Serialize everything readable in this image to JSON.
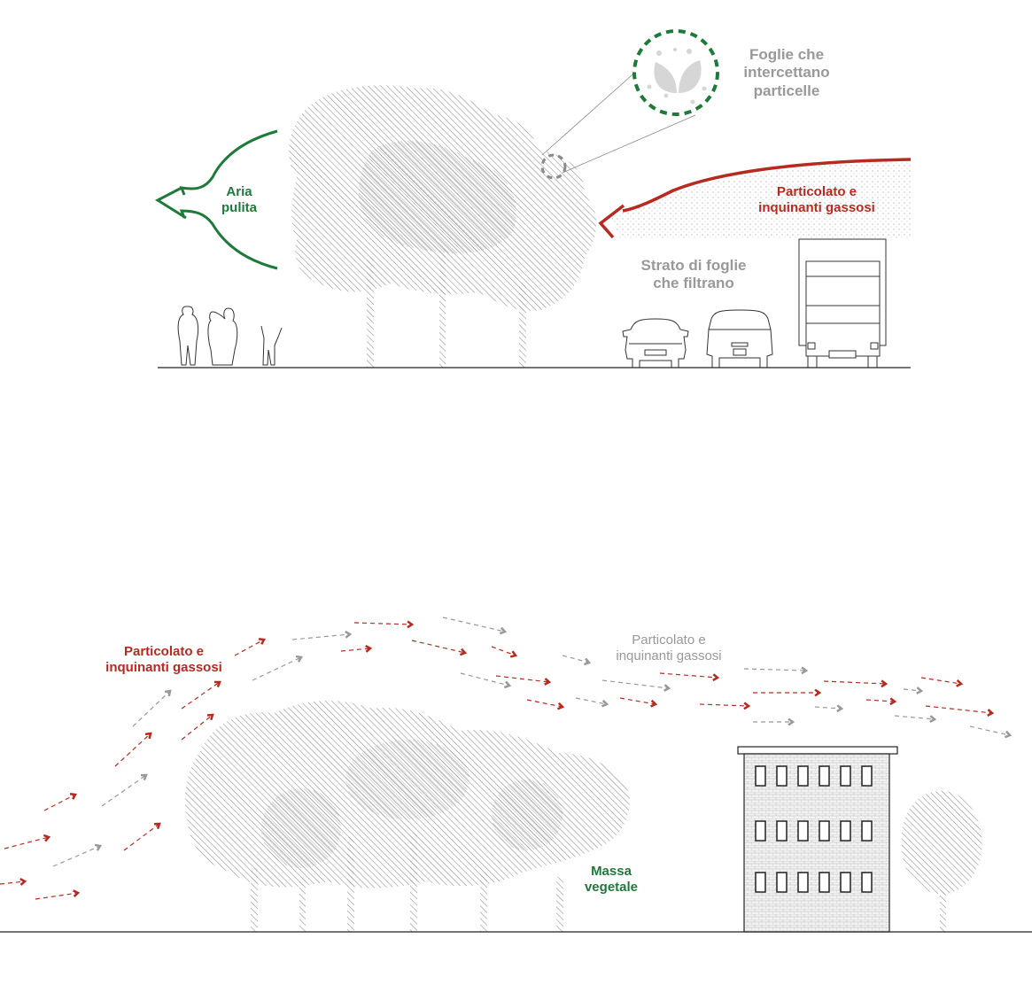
{
  "colors": {
    "clean_air": "#1e7a3a",
    "pollutant": "#b82a20",
    "neutral": "#999999",
    "tree_hatch": "#8a8a8a",
    "outline": "#222222"
  },
  "top_panel": {
    "clean_air_label": "Aria\npulita",
    "zoom_callout_label": "Foglie che\nintercettano\nparticelle",
    "pollutant_label": "Particolato e\ninquinanti gassosi",
    "filter_layer_label": "Strato di foglie\nche filtrano",
    "icons": [
      "clean-air-arrow-icon",
      "pollutant-arrow-icon",
      "leaf-particles-icon",
      "magnifier-callout-icon",
      "people-silhouettes-icon",
      "car-icon",
      "suv-icon",
      "truck-icon"
    ]
  },
  "bottom_panel": {
    "pollutant_label_red": "Particolato e\ninquinanti gassosi",
    "pollutant_label_grey": "Particolato e\ninquinanti gassosi",
    "vegetation_label": "Massa\nvegetale",
    "icons": [
      "airflow-arrow-icon",
      "tree-mass-icon",
      "building-icon",
      "small-tree-icon"
    ]
  }
}
